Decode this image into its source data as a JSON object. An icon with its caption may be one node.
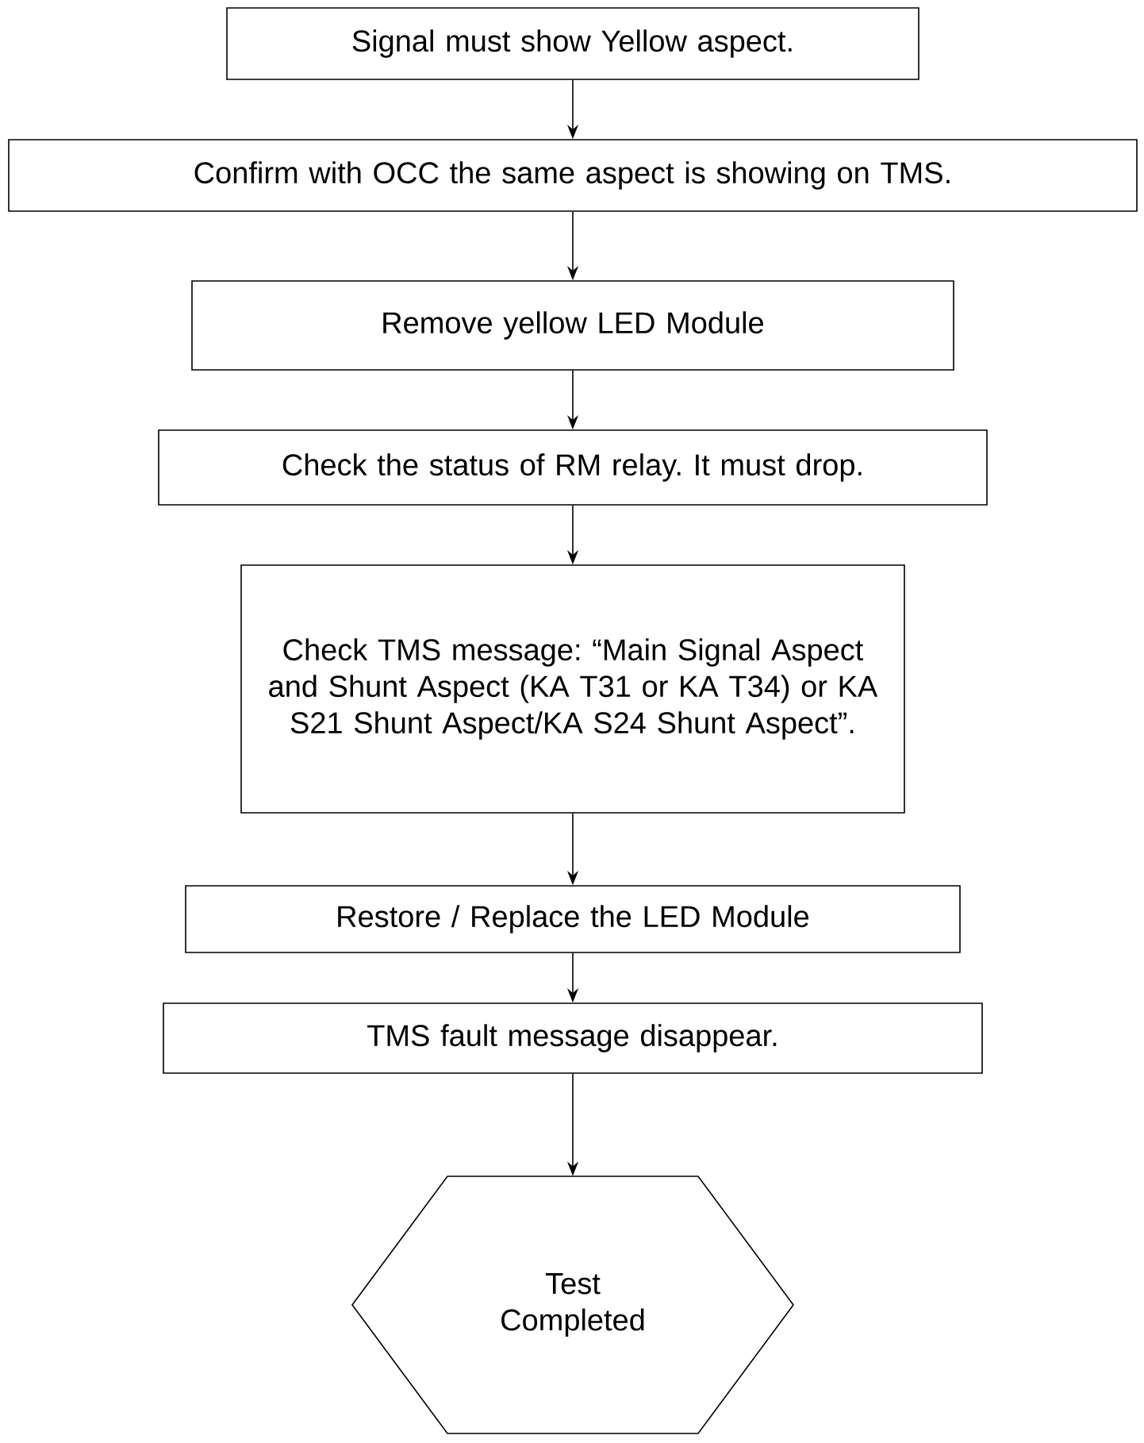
{
  "diagram": {
    "nodes": [
      {
        "text": [
          "Signal must show Yellow aspect."
        ]
      },
      {
        "text": [
          "Confirm with OCC the same aspect is showing on TMS."
        ]
      },
      {
        "text": [
          "Remove yellow LED Module"
        ]
      },
      {
        "text": [
          "Check the status of RM relay. It must drop."
        ]
      },
      {
        "text": [
          "Check TMS message: “Main Signal Aspect and Shunt Aspect (KA T31 or KA T34) or KA S21 Shunt Aspect/KA S24 Shunt Aspect”."
        ]
      },
      {
        "text": [
          "Restore / Replace the LED Module"
        ]
      },
      {
        "text": [
          "TMS fault message disappear."
        ]
      },
      {
        "text": [
          "Test Completed"
        ]
      }
    ],
    "edges": [
      {
        "from": 0,
        "to": 1,
        "arrow": "to"
      },
      {
        "from": 1,
        "to": 2,
        "arrow": "to"
      },
      {
        "from": 2,
        "to": 3,
        "arrow": "to"
      },
      {
        "from": 3,
        "to": 4,
        "arrow": "to"
      },
      {
        "from": 4,
        "to": 5,
        "arrow": "to"
      },
      {
        "from": 5,
        "to": 6,
        "arrow": "to"
      },
      {
        "from": 6,
        "to": 7,
        "arrow": "to"
      }
    ]
  }
}
